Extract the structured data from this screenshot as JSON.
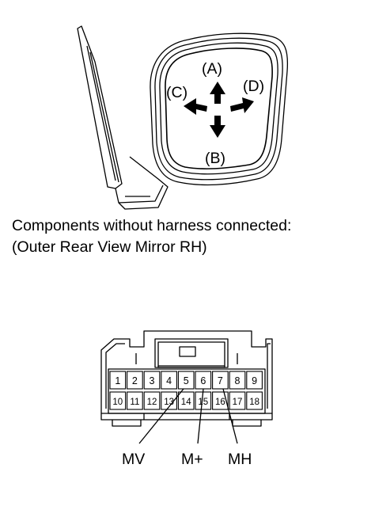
{
  "mirror": {
    "directions": {
      "up": "(A)",
      "down": "(B)",
      "left": "(C)",
      "right": "(D)"
    }
  },
  "caption": {
    "line1": "Components without harness connected:",
    "line2": "(Outer Rear View Mirror RH)"
  },
  "connector": {
    "top_row": [
      "1",
      "2",
      "3",
      "4",
      "5",
      "6",
      "7",
      "8",
      "9"
    ],
    "bottom_row": [
      "10",
      "11",
      "12",
      "13",
      "14",
      "15",
      "16",
      "17",
      "18"
    ],
    "callouts": {
      "mv": "MV",
      "mplus": "M+",
      "mh": "MH"
    }
  }
}
